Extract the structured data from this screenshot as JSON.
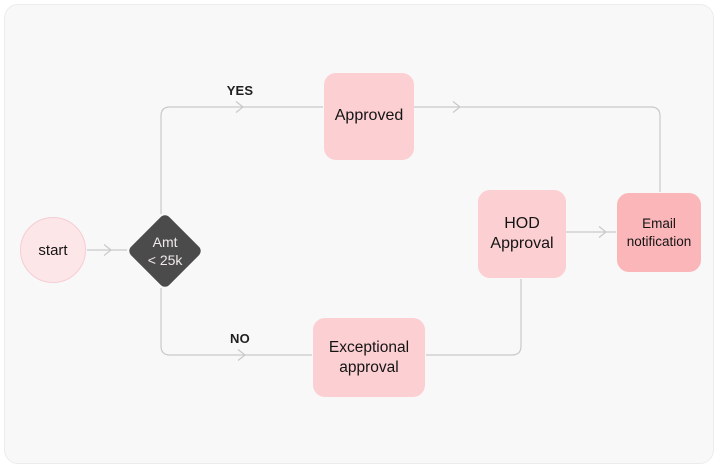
{
  "diagram": {
    "type": "flowchart",
    "background": "#f8f8f8",
    "border_color": "#ececec",
    "edge_color": "#c9c9c9",
    "nodes": [
      {
        "id": "start",
        "shape": "circle",
        "label": "start",
        "fill": "#fde6e8",
        "border": "#f6cdd3"
      },
      {
        "id": "decision",
        "shape": "diamond",
        "label": "Amt < 25k",
        "line1": "Amt",
        "line2": "< 25k",
        "fill": "#4b4b4b",
        "text_color": "#f2eaea"
      },
      {
        "id": "approved",
        "shape": "rounded-box",
        "label": "Approved",
        "fill": "#fccfd2"
      },
      {
        "id": "hod-approval",
        "shape": "rounded-box",
        "label": "HOD Approval",
        "line1": "HOD",
        "line2": "Approval",
        "fill": "#fccfd2"
      },
      {
        "id": "email-notification",
        "shape": "rounded-box",
        "label": "Email notification",
        "line1": "Email",
        "line2": "notification",
        "fill": "#fbb6ba"
      },
      {
        "id": "exceptional-approval",
        "shape": "rounded-box",
        "label": "Exceptional approval",
        "line1": "Exceptional",
        "line2": "approval",
        "fill": "#fccfd2"
      }
    ],
    "edges": [
      {
        "from": "start",
        "to": "decision",
        "label": ""
      },
      {
        "from": "decision",
        "to": "approved",
        "label": "YES"
      },
      {
        "from": "approved",
        "to": "email-notification",
        "label": ""
      },
      {
        "from": "decision",
        "to": "exceptional-approval",
        "label": "NO"
      },
      {
        "from": "exceptional-approval",
        "to": "hod-approval",
        "label": ""
      },
      {
        "from": "hod-approval",
        "to": "email-notification",
        "label": ""
      }
    ]
  }
}
